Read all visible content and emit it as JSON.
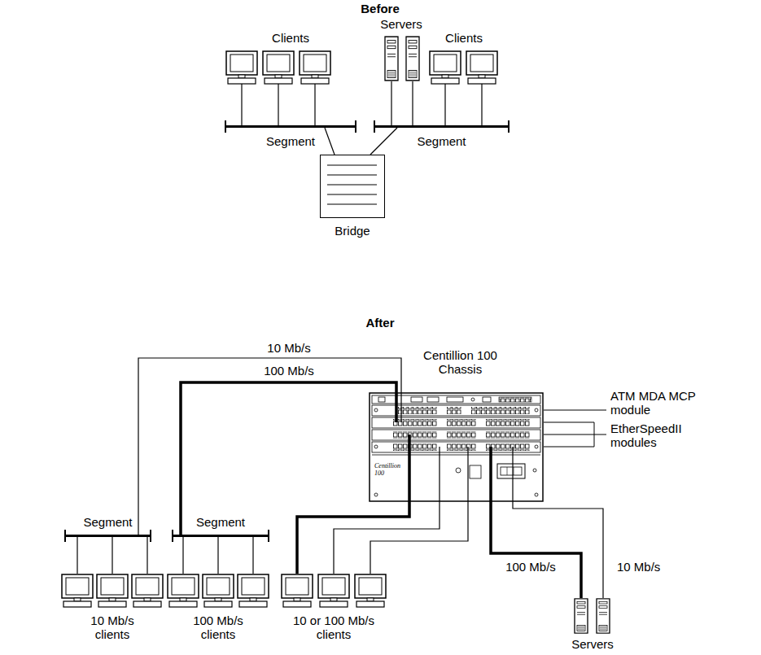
{
  "diagram": {
    "nodes": [
      {
        "text": [
          "Segment"
        ]
      },
      {
        "text": [
          "Segment"
        ]
      },
      {
        "text": [
          "Bridge"
        ]
      },
      {
        "text": [
          "Centillion 100 Chassis",
          "Centillion 100"
        ]
      },
      {
        "text": [
          "Segment"
        ]
      },
      {
        "text": [
          "Segment"
        ]
      }
    ],
    "edges": [
      {
        "from": 0,
        "to": 2,
        "arrow": "none"
      },
      {
        "from": 1,
        "to": 2,
        "arrow": "none"
      },
      {
        "from": 4,
        "to": 3,
        "label": "10 Mb/s",
        "arrow": "none"
      },
      {
        "from": 5,
        "to": 3,
        "label": "100 Mb/s",
        "arrow": "none"
      }
    ],
    "labels": [
      "Before",
      "Clients",
      "Servers",
      "Clients",
      "After",
      "ATM MDA MCP module",
      "EtherSpeedII modules",
      "10 Mb/s clients",
      "100 Mb/s clients",
      "10 or 100 Mb/s clients",
      "100 Mb/s",
      "10 Mb/s",
      "Servers"
    ]
  }
}
